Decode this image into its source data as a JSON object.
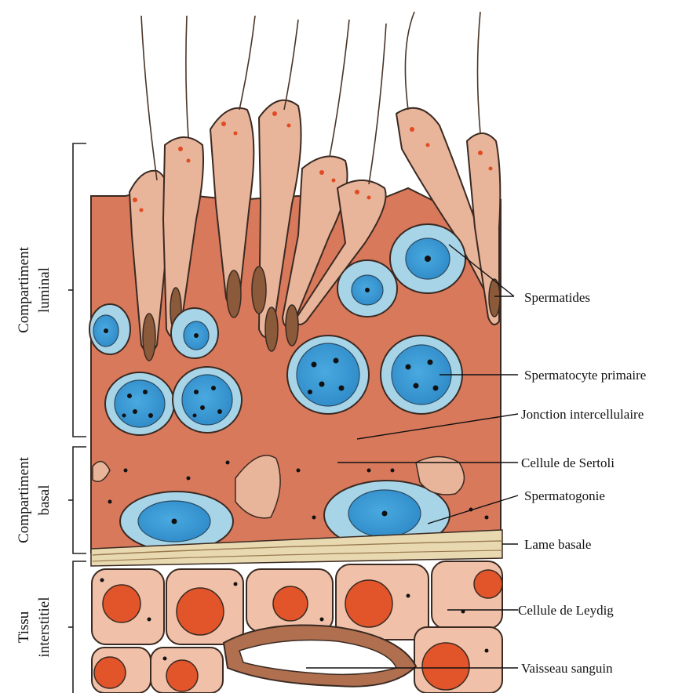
{
  "compartments": {
    "luminal": [
      "Compartiment",
      "luminal"
    ],
    "basal": [
      "Compartiment",
      "basal"
    ],
    "interstitial": [
      "Tissu",
      "interstitiel"
    ]
  },
  "labels": {
    "spermatides": "Spermatides",
    "spermatocyte": "Spermatocyte primaire",
    "jonction": "Jonction intercellulaire",
    "sertoli": "Cellule de Sertoli",
    "spermatogonie": "Spermatogonie",
    "lame": "Lame basale",
    "leydig": "Cellule de Leydig",
    "vaisseau": "Vaisseau sanguin"
  },
  "colors": {
    "sertoli": "#d9795c",
    "germ_cell": "#a8d4e8",
    "germ_nucleus": "#3b9fd8",
    "spermatid": "#e8b49a",
    "leydig_cytoplasm": "#f0c0a8",
    "leydig_nucleus": "#e2552a",
    "lamina": "#e8d9b0",
    "vessel": "#b07050"
  }
}
